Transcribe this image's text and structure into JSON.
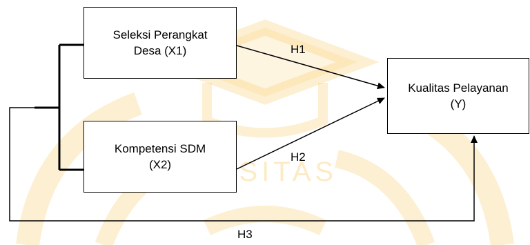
{
  "diagram": {
    "nodes": {
      "x1": {
        "label": "Seleksi Perangkat\nDesa (X1)"
      },
      "x2": {
        "label": "Kompetensi SDM\n(X2)"
      },
      "y": {
        "label": "Kualitas Pelayanan\n(Y)"
      }
    },
    "edges": [
      {
        "id": "h1",
        "from": "x1",
        "to": "y",
        "label": "H1"
      },
      {
        "id": "h2",
        "from": "x2",
        "to": "y",
        "label": "H2"
      },
      {
        "id": "h3",
        "from": "x1+x2",
        "to": "y",
        "label": "H3"
      }
    ]
  },
  "colors": {
    "line": "#000000",
    "watermark": "#F7C75A"
  }
}
